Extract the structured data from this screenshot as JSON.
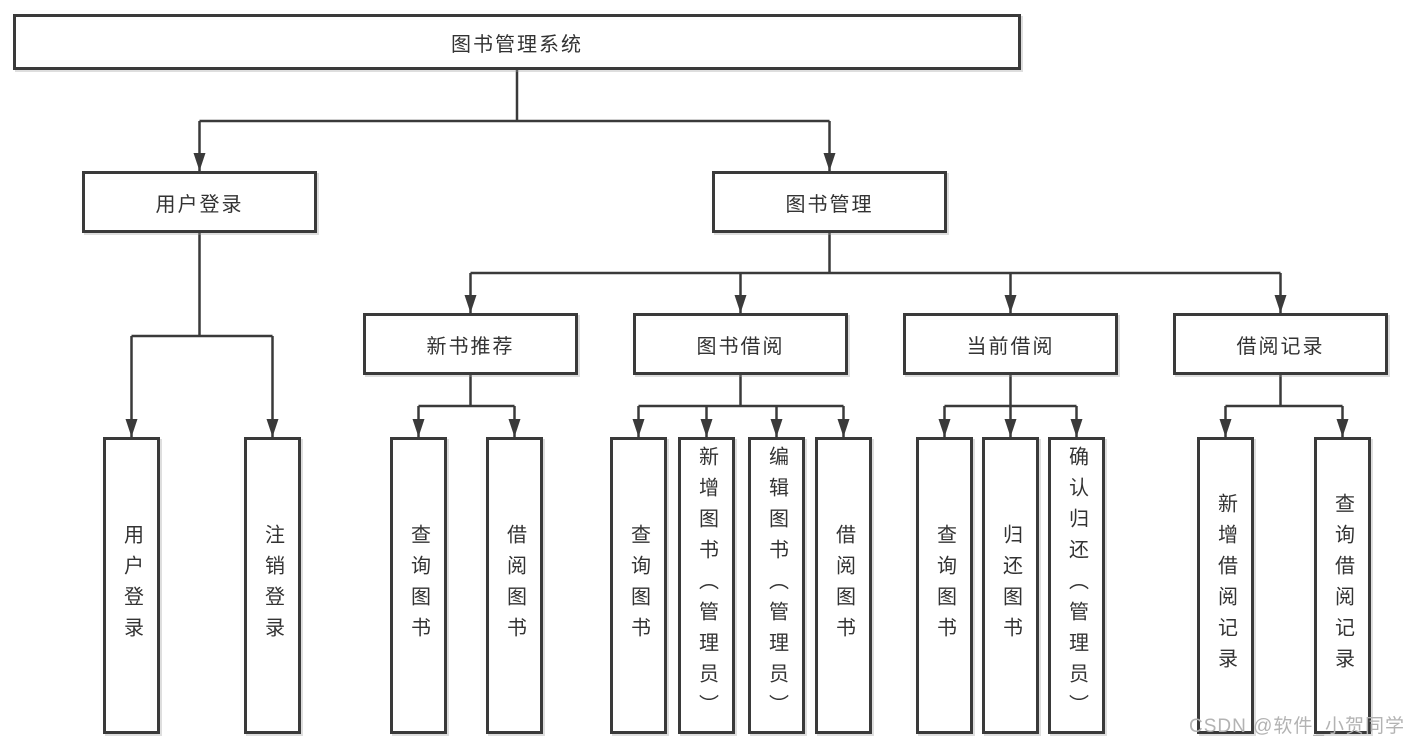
{
  "diagram": {
    "root": {
      "label": "图书管理系统"
    },
    "level2": [
      {
        "label": "用户登录",
        "children": [
          {
            "label": "用户登录"
          },
          {
            "label": "注销登录"
          }
        ]
      },
      {
        "label": "图书管理",
        "children": [
          {
            "label": "新书推荐",
            "children": [
              {
                "label": "查询图书"
              },
              {
                "label": "借阅图书"
              }
            ]
          },
          {
            "label": "图书借阅",
            "children": [
              {
                "label": "查询图书"
              },
              {
                "label": "新增图书（管理员）"
              },
              {
                "label": "编辑图书（管理员）"
              },
              {
                "label": "借阅图书"
              }
            ]
          },
          {
            "label": "当前借阅",
            "children": [
              {
                "label": "查询图书"
              },
              {
                "label": "归还图书"
              },
              {
                "label": "确认归还（管理员）"
              }
            ]
          },
          {
            "label": "借阅记录",
            "children": [
              {
                "label": "新增借阅记录"
              },
              {
                "label": "查询借阅记录"
              }
            ]
          }
        ]
      }
    ]
  },
  "watermark": {
    "text": "CSDN @软件_小贺同学"
  },
  "colors": {
    "line": "#3a3a3a",
    "text": "#333333",
    "watermark": "#b3b3b3",
    "background": "#ffffff"
  }
}
